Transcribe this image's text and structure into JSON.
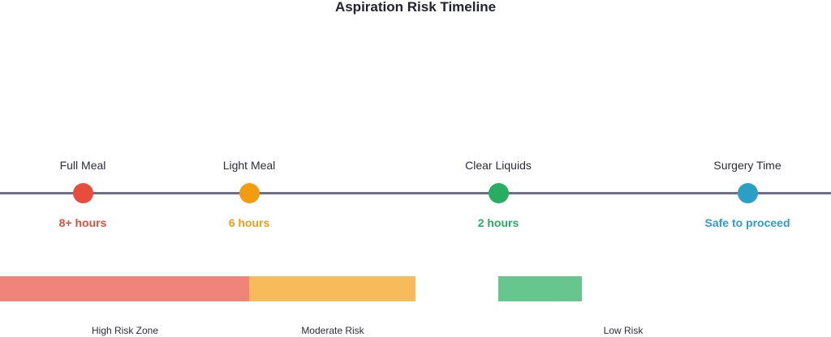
{
  "title": "Aspiration Risk Timeline",
  "milestones": [
    {
      "label": "Full Meal",
      "time": "8+ hours",
      "color": "#e74c3c"
    },
    {
      "label": "Light Meal",
      "time": "6 hours",
      "color": "#f39c12"
    },
    {
      "label": "Clear Liquids",
      "time": "2 hours",
      "color": "#27ae60"
    },
    {
      "label": "Surgery Time",
      "time": "Safe to proceed",
      "color": "#2b9fc4"
    }
  ],
  "zones": [
    {
      "label": "High Risk Zone",
      "color": "#f0837a"
    },
    {
      "label": "Moderate Risk",
      "color": "#f7bb5c"
    },
    {
      "label": "Low Risk",
      "color": "#66c68e"
    }
  ],
  "line_color": "#6e7088"
}
